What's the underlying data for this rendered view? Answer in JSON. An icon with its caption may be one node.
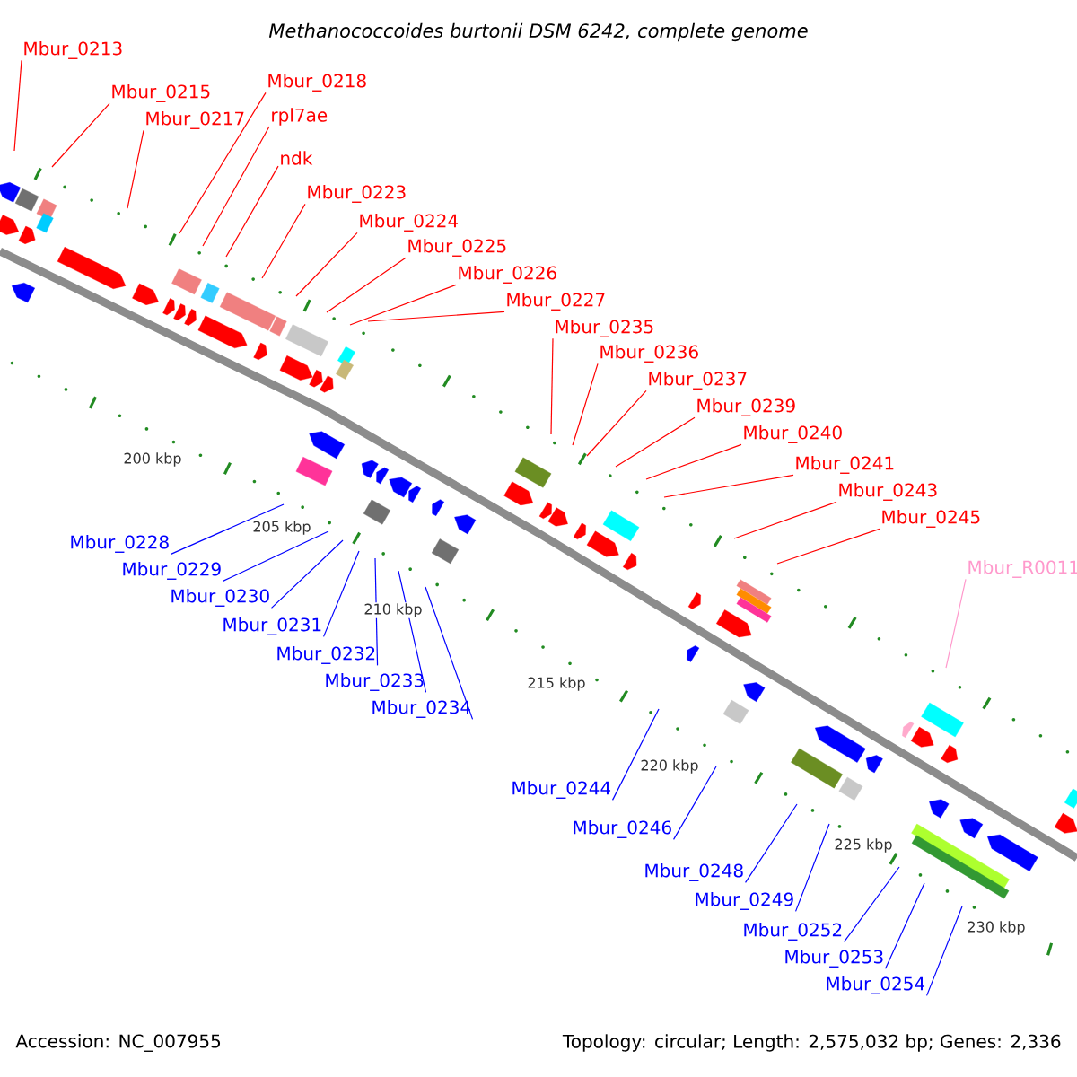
{
  "diagram": {
    "title": "Methanococcoides burtonii DSM 6242, complete genome",
    "nodes": [
      {
        "text": [
          "Mbur_0213"
        ]
      },
      {
        "text": [
          "Mbur_0215"
        ]
      },
      {
        "text": [
          "Mbur_0218"
        ]
      },
      {
        "text": [
          "Mbur_0217"
        ]
      },
      {
        "text": [
          "rpl7ae"
        ]
      },
      {
        "text": [
          "ndk"
        ]
      },
      {
        "text": [
          "Mbur_0223"
        ]
      },
      {
        "text": [
          "Mbur_0224"
        ]
      },
      {
        "text": [
          "Mbur_0225"
        ]
      },
      {
        "text": [
          "Mbur_0226"
        ]
      },
      {
        "text": [
          "Mbur_0227"
        ]
      },
      {
        "text": [
          "Mbur_0235"
        ]
      },
      {
        "text": [
          "Mbur_0236"
        ]
      },
      {
        "text": [
          "Mbur_0237"
        ]
      },
      {
        "text": [
          "Mbur_0239"
        ]
      },
      {
        "text": [
          "Mbur_0240"
        ]
      },
      {
        "text": [
          "Mbur_0241"
        ]
      },
      {
        "text": [
          "Mbur_0243"
        ]
      },
      {
        "text": [
          "Mbur_0245"
        ]
      },
      {
        "text": [
          "Mbur_R0011"
        ]
      },
      {
        "text": [
          "Mbur_0228"
        ]
      },
      {
        "text": [
          "Mbur_0229"
        ]
      },
      {
        "text": [
          "Mbur_0230"
        ]
      },
      {
        "text": [
          "Mbur_0231"
        ]
      },
      {
        "text": [
          "Mbur_0232"
        ]
      },
      {
        "text": [
          "Mbur_0233"
        ]
      },
      {
        "text": [
          "Mbur_0234"
        ]
      },
      {
        "text": [
          "Mbur_0244"
        ]
      },
      {
        "text": [
          "Mbur_0246"
        ]
      },
      {
        "text": [
          "Mbur_0248"
        ]
      },
      {
        "text": [
          "Mbur_0249"
        ]
      },
      {
        "text": [
          "Mbur_0252"
        ]
      },
      {
        "text": [
          "Mbur_0253"
        ]
      },
      {
        "text": [
          "Mbur_0254"
        ]
      }
    ],
    "edges": [
      {
        "from": 0,
        "to": null,
        "arrow": "none"
      },
      {
        "from": 1,
        "to": null,
        "arrow": "none"
      },
      {
        "from": 2,
        "to": null,
        "arrow": "none"
      },
      {
        "from": 3,
        "to": null,
        "arrow": "none"
      },
      {
        "from": 4,
        "to": null,
        "arrow": "none"
      },
      {
        "from": 5,
        "to": null,
        "arrow": "none"
      },
      {
        "from": 6,
        "to": null,
        "arrow": "none"
      },
      {
        "from": 7,
        "to": null,
        "arrow": "none"
      },
      {
        "from": 8,
        "to": null,
        "arrow": "none"
      },
      {
        "from": 9,
        "to": null,
        "arrow": "none"
      },
      {
        "from": 10,
        "to": null,
        "arrow": "none"
      },
      {
        "from": 11,
        "to": null,
        "arrow": "none"
      },
      {
        "from": 12,
        "to": null,
        "arrow": "none"
      },
      {
        "from": 13,
        "to": null,
        "arrow": "none"
      },
      {
        "from": 14,
        "to": null,
        "arrow": "none"
      },
      {
        "from": 15,
        "to": null,
        "arrow": "none"
      },
      {
        "from": 16,
        "to": null,
        "arrow": "none"
      },
      {
        "from": 17,
        "to": null,
        "arrow": "none"
      },
      {
        "from": 18,
        "to": null,
        "arrow": "none"
      },
      {
        "from": 19,
        "to": null,
        "arrow": "none",
        "color": "#ff99cc"
      },
      {
        "from": 20,
        "to": null,
        "arrow": "none",
        "color": "#0000ff"
      },
      {
        "from": 21,
        "to": null,
        "arrow": "none",
        "color": "#0000ff"
      },
      {
        "from": 22,
        "to": null,
        "arrow": "none",
        "color": "#0000ff"
      },
      {
        "from": 23,
        "to": null,
        "arrow": "none",
        "color": "#0000ff"
      },
      {
        "from": 24,
        "to": null,
        "arrow": "none",
        "color": "#0000ff"
      },
      {
        "from": 25,
        "to": null,
        "arrow": "none",
        "color": "#0000ff"
      },
      {
        "from": 26,
        "to": null,
        "arrow": "none",
        "color": "#0000ff"
      },
      {
        "from": 27,
        "to": null,
        "arrow": "none",
        "color": "#0000ff"
      },
      {
        "from": 28,
        "to": null,
        "arrow": "none",
        "color": "#0000ff"
      },
      {
        "from": 29,
        "to": null,
        "arrow": "none",
        "color": "#0000ff"
      },
      {
        "from": 30,
        "to": null,
        "arrow": "none",
        "color": "#0000ff"
      },
      {
        "from": 31,
        "to": null,
        "arrow": "none",
        "color": "#0000ff"
      },
      {
        "from": 32,
        "to": null,
        "arrow": "none",
        "color": "#0000ff"
      },
      {
        "from": 33,
        "to": null,
        "arrow": "none",
        "color": "#0000ff"
      }
    ],
    "labels": [
      "200 kbp",
      "205 kbp",
      "210 kbp",
      "215 kbp",
      "220 kbp",
      "225 kbp",
      "230 kbp",
      "Accession: NC_007955",
      "Topology: circular; Length: 2,575,032 bp; Genes: 2,336"
    ]
  }
}
